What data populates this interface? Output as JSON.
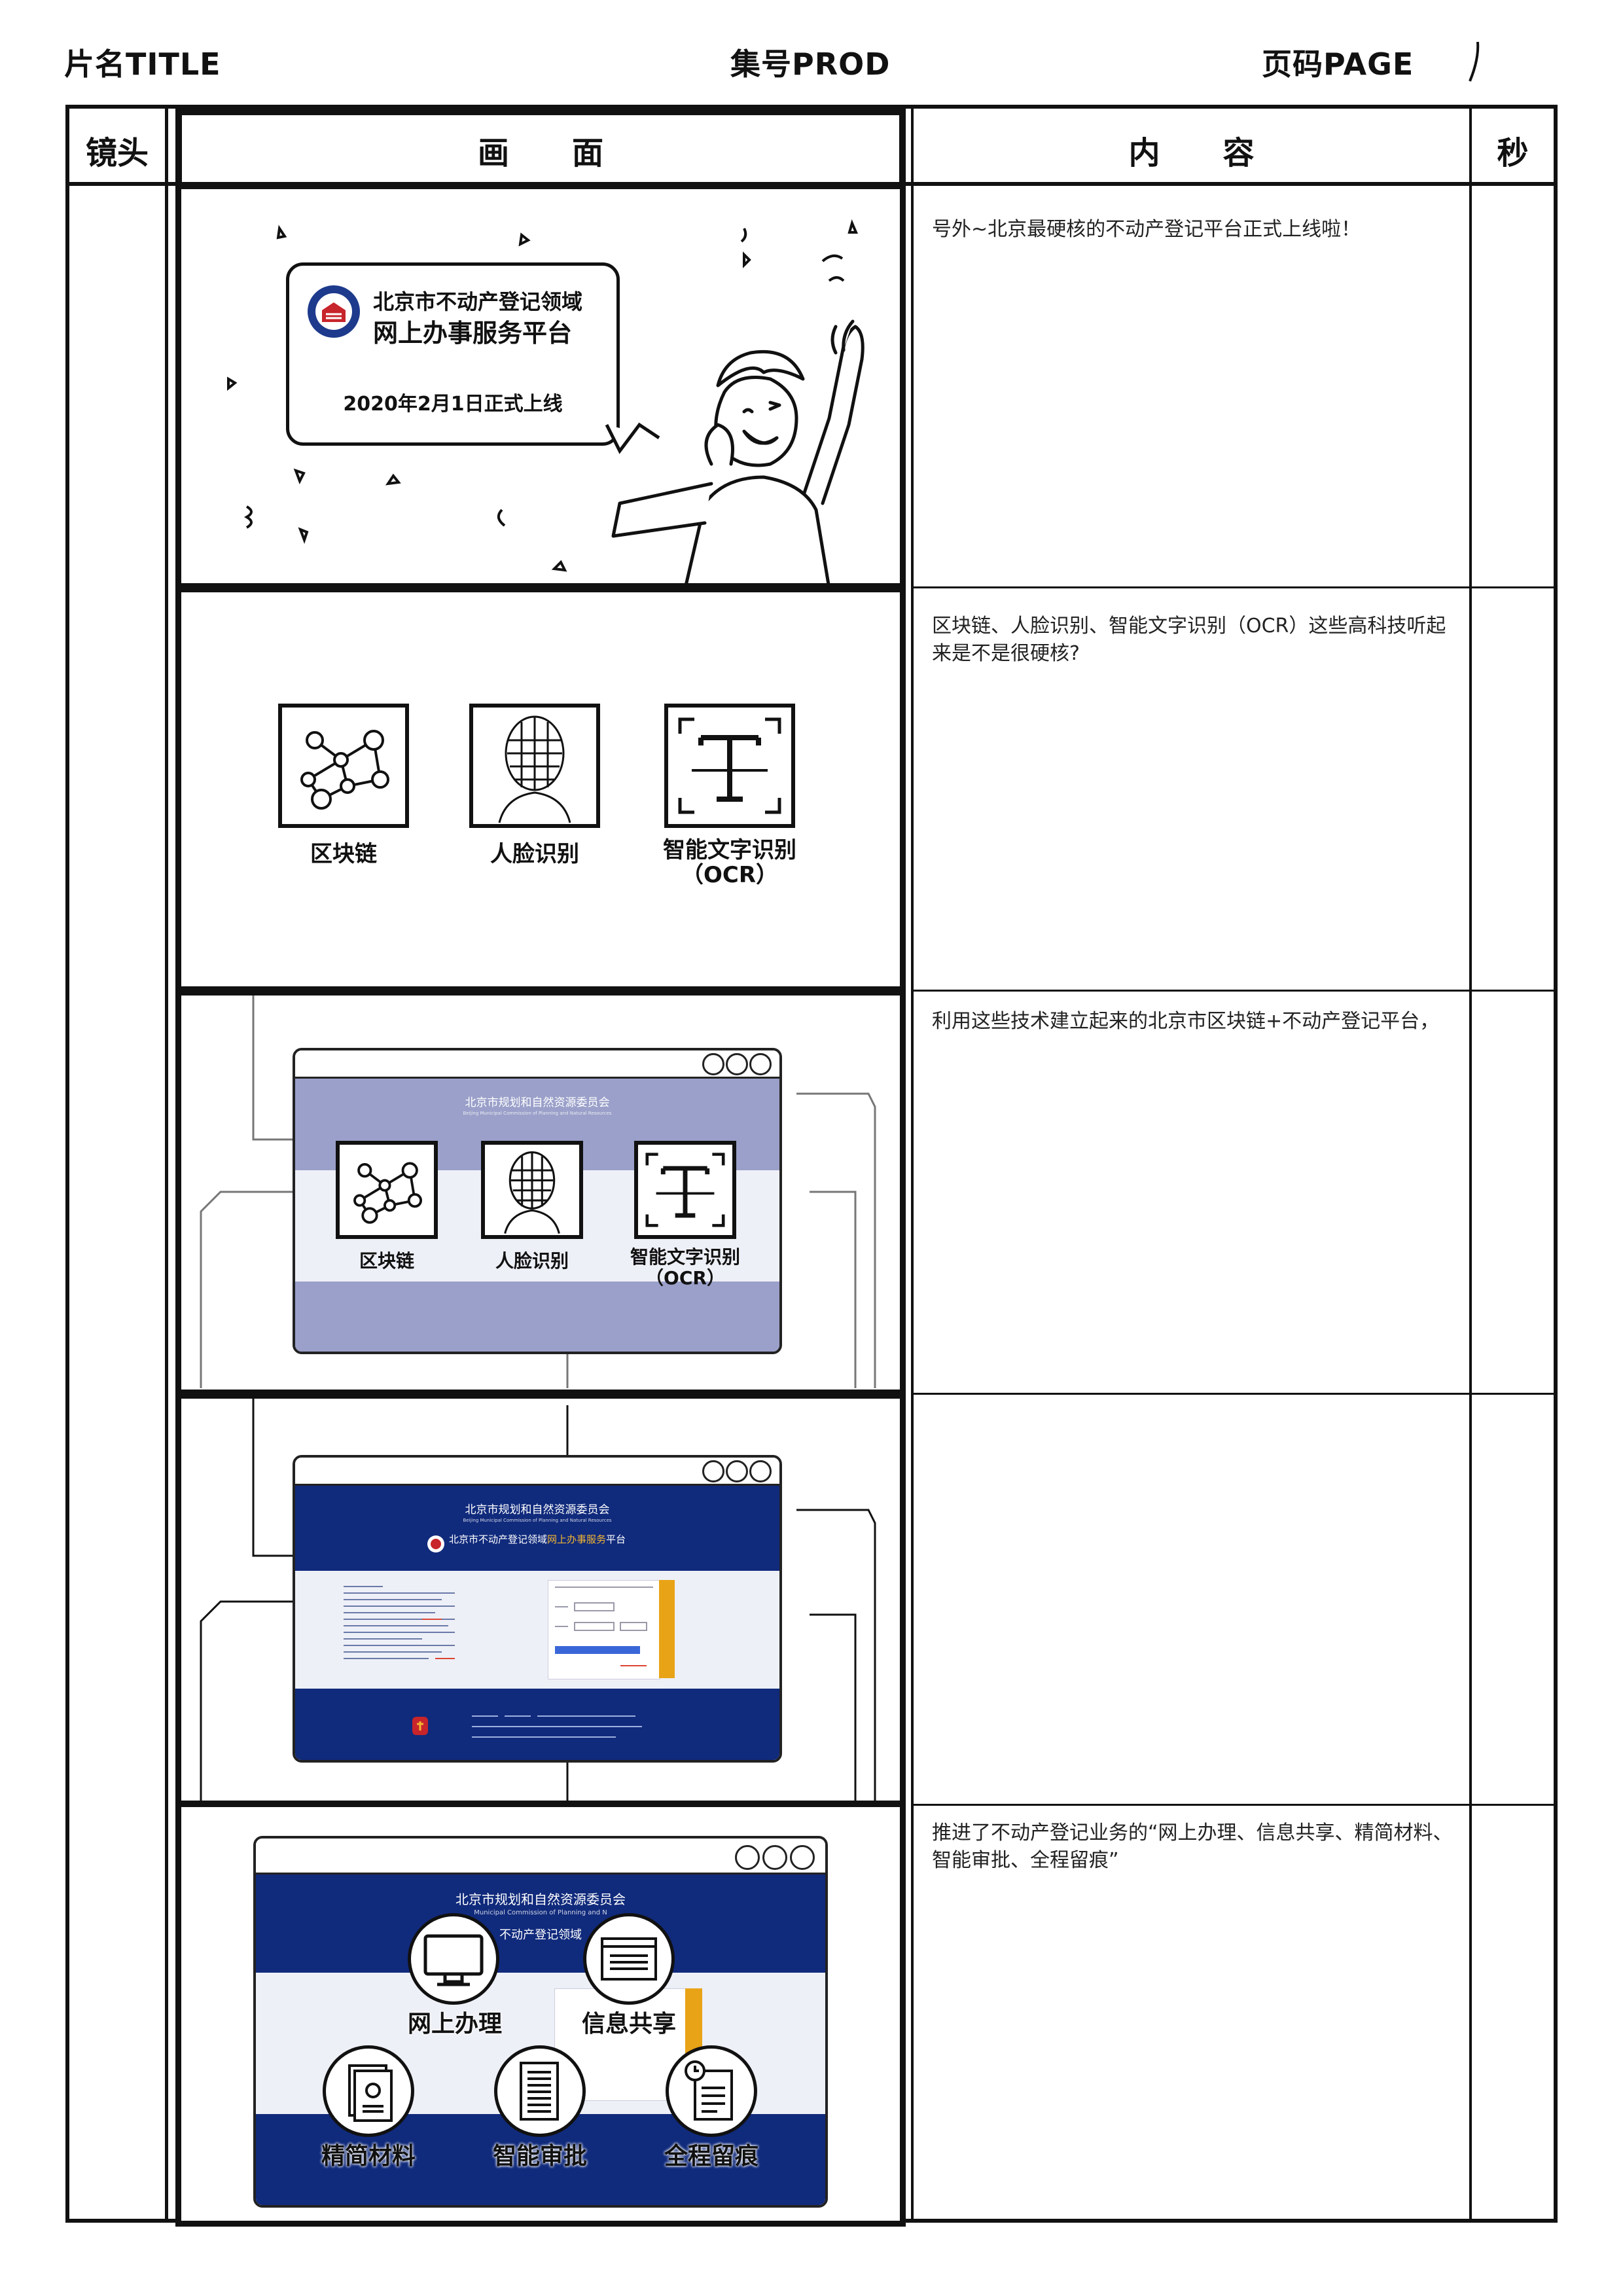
{
  "header": {
    "title_label": "片名TITLE",
    "prod_label": "集号PROD",
    "page_label": "页码PAGE"
  },
  "columns": {
    "shot": "镜头",
    "frame": "画　　面",
    "content": "内　　容",
    "seconds": "秒"
  },
  "scene1": {
    "platform_line1": "北京市不动产登记领域",
    "platform_line2": "网上办事服务平台",
    "launch_date": "2020年2月1日正式上线",
    "content": "号外~北京最硬核的不动产登记平台正式上线啦！"
  },
  "scene2": {
    "tech1": "区块链",
    "tech2": "人脸识别",
    "tech3": "智能文字识别",
    "tech3_sub": "（OCR）",
    "content": "区块链、人脸识别、智能文字识别（OCR）这些高科技听起来是不是很硬核?"
  },
  "scene3": {
    "site_title": "北京市规划和自然资源委员会",
    "site_title_en": "Beijing Municipal Commission of Planning and Natural Resources",
    "tech1": "区块链",
    "tech2": "人脸识别",
    "tech3": "智能文字识别",
    "tech3_sub": "（OCR）",
    "content": "利用这些技术建立起来的北京市区块链+不动产登记平台，"
  },
  "scene4": {
    "site_title": "北京市规划和自然资源委员会",
    "site_title_en": "Beijing Municipal Commission of Planning and Natural Resources",
    "site_subtitle_prefix": "北京市不动产登记领域",
    "site_subtitle_highlight": "网上办事服务",
    "site_subtitle_suffix": "平台",
    "content": ""
  },
  "scene5": {
    "site_title": "北京市规划和自然资源委员会",
    "site_title_en": "Municipal Commission of Planning and N",
    "site_subtitle_prefix": "不动产登记领域",
    "feature1": "网上办理",
    "feature2": "信息共享",
    "feature3": "精简材料",
    "feature4": "智能审批",
    "feature5": "全程留痕",
    "content": "推进了不动产登记业务的“网上办理、信息共享、精简材料、智能审批、全程留痕”"
  },
  "colors": {
    "ink": "#111111",
    "site_blue": "#102a7c",
    "site_lavender": "#9aa0c9",
    "highlight_orange": "#f2b632",
    "login_side": "#e8a317"
  }
}
